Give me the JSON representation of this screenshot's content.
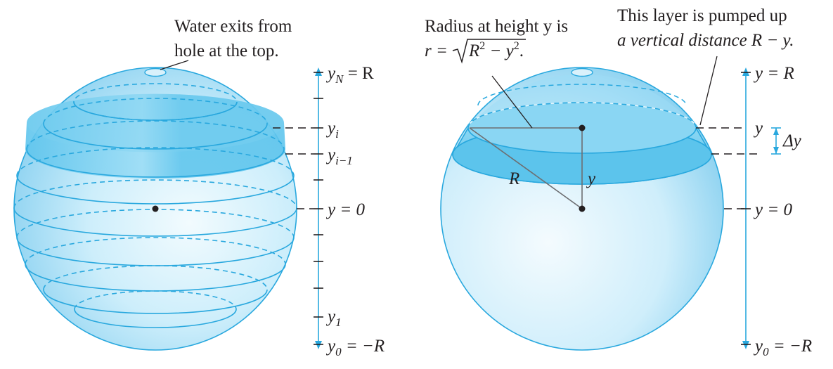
{
  "left": {
    "note_line1": "Water exits from",
    "note_line2": "hole at the top.",
    "ticks": {
      "top": {
        "var": "y",
        "sub": "N",
        "rest": " = R"
      },
      "yi": {
        "var": "y",
        "sub": "i"
      },
      "yim1": {
        "var": "y",
        "sub": "i−1"
      },
      "zero": {
        "text": "y = 0"
      },
      "y1": {
        "var": "y",
        "sub": "1"
      },
      "bottom": {
        "var": "y",
        "sub": "0",
        "rest": " = −R"
      }
    }
  },
  "right": {
    "note1_line1": "Radius at height y is",
    "note1_r": "r = ",
    "note1_R": "R",
    "note1_exp": "2",
    "note1_minus": " − y",
    "note1_end": ".",
    "note2_line1": "This layer is pumped up",
    "note2_line2": "a vertical distance R − y.",
    "labels": {
      "top": "y = R",
      "y": "y",
      "dy": "Δy",
      "zero": "y = 0",
      "bottom_var": "y",
      "bottom_sub": "0",
      "bottom_rest": " = −R",
      "radius_R": "R",
      "height_y": "y"
    }
  },
  "colors": {
    "outline": "#29a8de",
    "sphere_fill": "#bfe5f6",
    "layer_fill": "#6fcbef",
    "ink": "#231f20"
  }
}
